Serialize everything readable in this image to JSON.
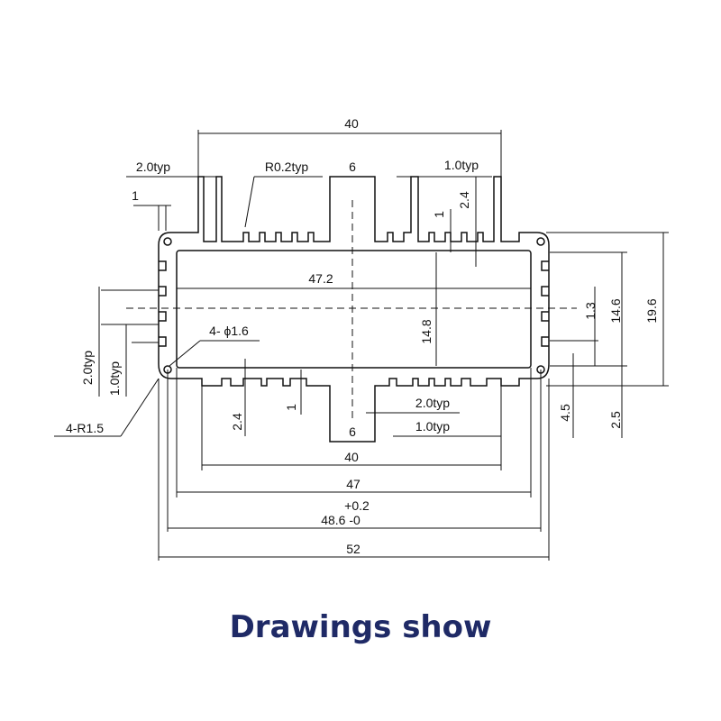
{
  "caption": "Drawings show",
  "colors": {
    "caption": "#1f2a66",
    "line": "#111111"
  },
  "dimensions": {
    "top_width": "40",
    "top_wall": "2.0typ",
    "top_radius": "R0.2typ",
    "top_center_slot": "6",
    "top_fin_gap": "1.0typ",
    "top_fin_height": "2.4",
    "top_fin_width": "1",
    "left_fin": "1",
    "inner_width": "47.2",
    "inner_height": "14.8",
    "right_small": "1.3",
    "right_mid": "14.6",
    "right_total": "19.6",
    "holes": "4- ϕ1.6",
    "left_wall": "2.0typ",
    "left_gap": "1.0typ",
    "corner_radius": "4-R1.5",
    "bottom_fin_height": "2.4",
    "bottom_fin_width": "1",
    "bottom_wall": "2.0typ",
    "bottom_gap": "1.0typ",
    "bottom_center_slot": "6",
    "bottom_width": "40",
    "width_47": "47",
    "tol_plus": "+0.2",
    "width_48_6": "48.6 -0",
    "width_52": "52",
    "right_45": "4.5",
    "right_25": "2.5"
  }
}
